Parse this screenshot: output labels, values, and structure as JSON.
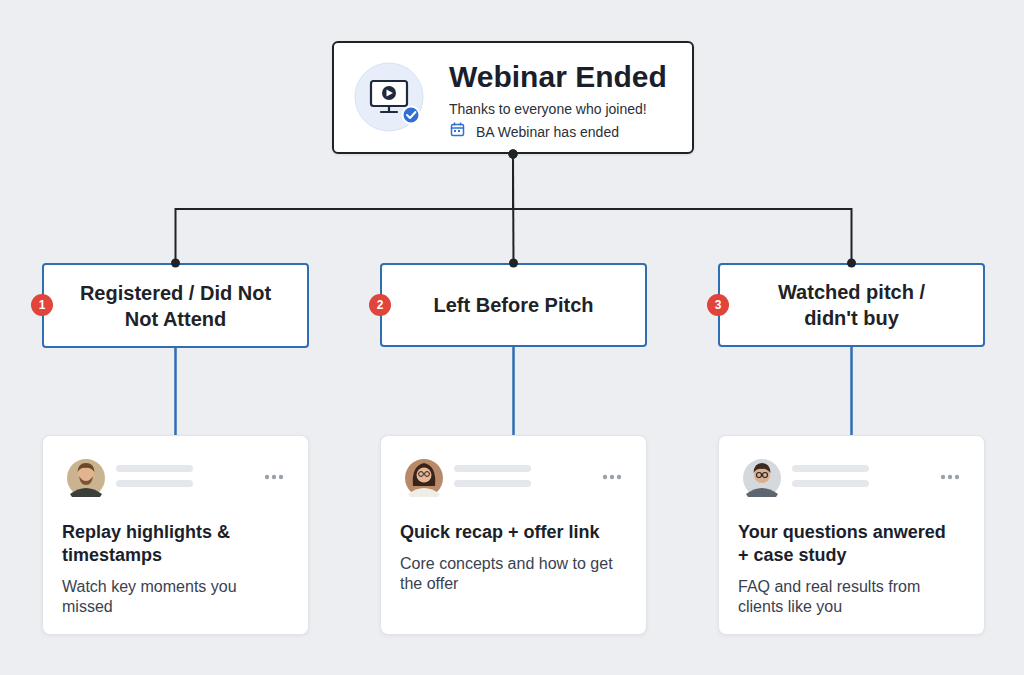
{
  "diagram": {
    "nodes": [
      {
        "text": [
          "Webinar Ended",
          "Thanks to everyone who joined!",
          "BA Webinar has ended"
        ]
      },
      {
        "text": [
          "Registered / Did Not Not Attend"
        ]
      },
      {
        "text": [
          "Left Before Pitch"
        ]
      },
      {
        "text": [
          "Watched pitch / didn't buy"
        ]
      },
      {
        "text": [
          "Replay highlights & timestamps",
          "Watch key moments you missed"
        ]
      },
      {
        "text": [
          "Quick recap + offer link",
          "Core concepts and how to get the offer"
        ]
      },
      {
        "text": [
          "Your questions anwered + case study",
          "FAQ and real results from clients like you"
        ]
      }
    ],
    "edges": [
      {
        "from": 0,
        "to": 1,
        "arrow": "none"
      },
      {
        "from": 0,
        "to": 2,
        "arrow": "none"
      },
      {
        "from": 0,
        "to": 3,
        "arrow": "none"
      },
      {
        "from": 1,
        "to": 4,
        "arrow": "none"
      },
      {
        "from": 2,
        "to": 5,
        "arrow": "none"
      },
      {
        "from": 3,
        "to": 6,
        "arrow": "none"
      }
    ],
    "labels": [
      "1",
      "2",
      "3"
    ]
  }
}
